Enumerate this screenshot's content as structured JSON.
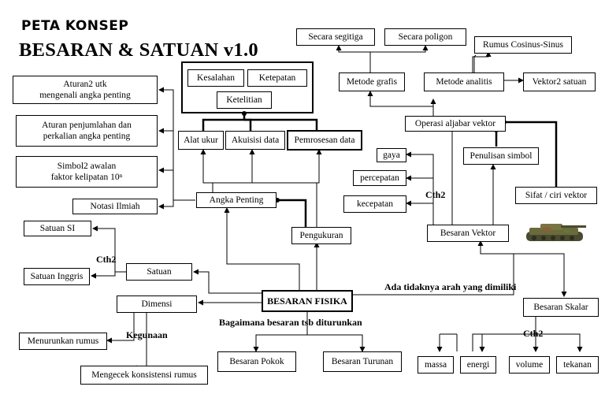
{
  "title": {
    "line1": "PETA KONSEP",
    "line2": "BESARAN & SATUAN v1.0"
  },
  "nodes": {
    "kesalahan": "Kesalahan",
    "ketepatan": "Ketepatan",
    "ketelitian": "Ketelitian",
    "alat_ukur": "Alat ukur",
    "akuisisi_data": "Akuisisi data",
    "pemrosesan_data": "Pemrosesan data",
    "angka_penting": "Angka Penting",
    "pengukuran": "Pengukuran",
    "besaran_fisika": "BESARAN FISIKA",
    "satuan": "Satuan",
    "dimensi": "Dimensi",
    "satuan_si": "Satuan SI",
    "satuan_inggris": "Satuan Inggris",
    "menurunkan_rumus": "Menurunkan rumus",
    "mengecek_konsistensi": "Mengecek konsistensi rumus",
    "besaran_pokok": "Besaran Pokok",
    "besaran_turunan": "Besaran Turunan",
    "aturan2_line1": "Aturan2 utk",
    "aturan2_line2": "mengenali angka penting",
    "aturan_penjumlahan_line1": "Aturan penjumlahan dan",
    "aturan_penjumlahan_line2": "perkalian angka penting",
    "simbol2_line1": "Simbol2 awalan",
    "simbol2_line2": "faktor kelipatan 10ⁿ",
    "notasi_ilmiah": "Notasi Ilmiah",
    "secara_segitiga": "Secara segitiga",
    "secara_poligon": "Secara poligon",
    "rumus_cosinus_sinus": "Rumus Cosinus-Sinus",
    "metode_grafis": "Metode grafis",
    "metode_analitis": "Metode analitis",
    "vektor2_satuan": "Vektor2 satuan",
    "operasi_aljabar_vektor": "Operasi aljabar vektor",
    "gaya": "gaya",
    "percepatan": "percepatan",
    "kecepatan": "kecepatan",
    "penulisan_simbol": "Penulisan simbol",
    "sifat_ciri_vektor": "Sifat / ciri vektor",
    "besaran_vektor": "Besaran Vektor",
    "besaran_skalar": "Besaran Skalar",
    "massa": "massa",
    "energi": "energi",
    "volume": "volume",
    "tekanan": "tekanan"
  },
  "labels": {
    "cth2_satuan": "Cth2",
    "cth2_vektor": "Cth2",
    "cth2_skalar": "Cth2",
    "kegunaan": "Kegunaan",
    "ada_tidaknya_arah": "Ada tidaknya arah yang dimiliki",
    "bagaimana_diturunkan": "Bagaimana besaran tsb diturunkan"
  }
}
